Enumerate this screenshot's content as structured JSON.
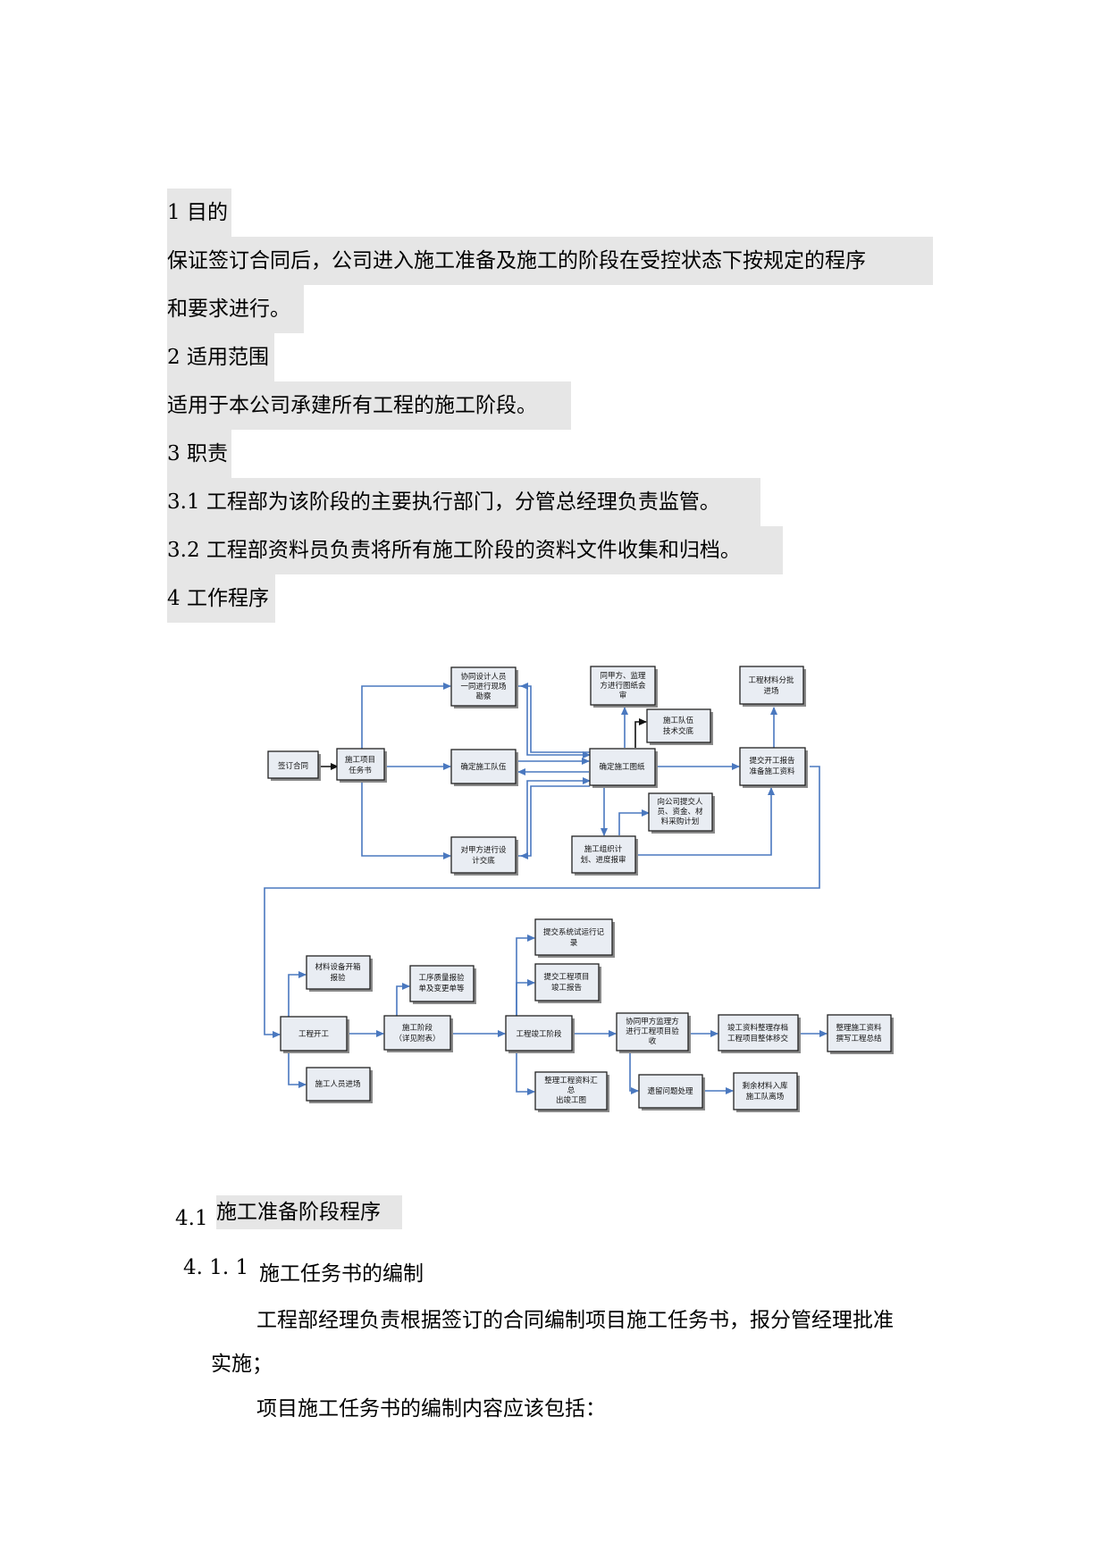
{
  "sections": {
    "s1_title": "1 目的",
    "s1_body_line1": "保证签订合同后，公司进入施工准备及施工的阶段在受控状态下按规定的程序",
    "s1_body_line2": "和要求进行。",
    "s2_title": "2 适用范围",
    "s2_body": "适用于本公司承建所有工程的施工阶段。",
    "s3_title": "3 职责",
    "s3_1": "3.1 工程部为该阶段的主要执行部门，分管总经理负责监管。",
    "s3_2": "3.2 工程部资料员负责将所有施工阶段的资料文件收集和归档。",
    "s4_title": "4 工作程序"
  },
  "flowchart": {
    "sign_contract": "签订合同",
    "task_book": [
      "施工项目",
      "任务书"
    ],
    "assist_designer": [
      "协同设计人员",
      "一同进行现场",
      "勘察"
    ],
    "confirm_team": "确定施工队伍",
    "design_disclosure": [
      "对甲方进行设",
      "计交底"
    ],
    "confirm_drawings": "确定施工图纸",
    "joint_review": [
      "同甲方、监理",
      "方进行图纸会",
      "审"
    ],
    "tech_disclosure": [
      "施工队伍",
      "技术交底"
    ],
    "report_staff": [
      "向公司提交人",
      "员、资金、材",
      "料采购计划"
    ],
    "construction_plan": [
      "施工组织计",
      "划、进度报审"
    ],
    "start_report": [
      "提交开工报告",
      "准备施工资料"
    ],
    "material_batch": [
      "工程材料分批",
      "进场"
    ],
    "start_work": "工程开工",
    "material_check": [
      "材料设备开箱",
      "报验"
    ],
    "staff_entry": "施工人员进场",
    "process_check": [
      "工序质量报验",
      "单及变更单等"
    ],
    "construction_phase": [
      "施工阶段",
      "（详见附表）"
    ],
    "completion_phase": "工程竣工阶段",
    "system_debug": [
      "提交系统试运行记",
      "录"
    ],
    "completion_report": [
      "提交工程项目",
      "竣工报告"
    ],
    "compile_docs": [
      "整理工程资料汇",
      "总",
      "出竣工图"
    ],
    "acceptance": [
      "协同甲方监理方",
      "进行工程项目验",
      "收"
    ],
    "leftover_issues": "遗留问题处理",
    "archive": [
      "竣工资料整理存档",
      "工程项目整体移交"
    ],
    "exit_site": [
      "剩余材料入库",
      "施工队离场"
    ],
    "summary": [
      "整理施工资料",
      "撰写工程总结"
    ]
  },
  "sub": {
    "h41_num": "4.1",
    "h41_title": "施工准备阶段程序",
    "h411_num": "4. 1. 1",
    "h411_title": "施工任务书的编制",
    "p1_line1": "工程部经理负责根据签订的合同编制项目施工任务书，报分管经理批准",
    "p1_line2": "实施；",
    "p2": "项目施工任务书的编制内容应该包括："
  }
}
